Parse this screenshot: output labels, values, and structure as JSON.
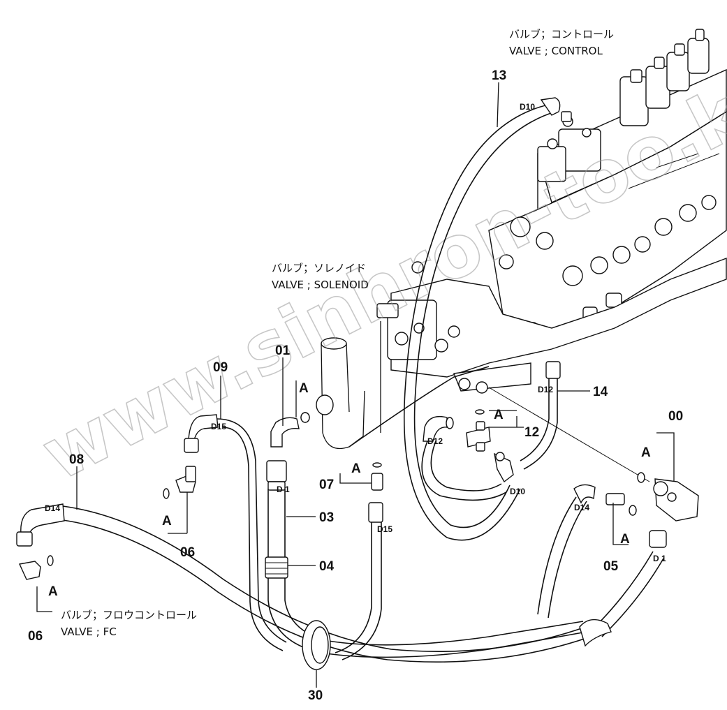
{
  "captions": {
    "control_jp": "バルブ；コントロール",
    "control_en": "VALVE ; CONTROL",
    "solenoid_jp": "バルブ；ソレノイド",
    "solenoid_en": "VALVE ; SOLENOID",
    "fc_jp": "バルブ；フロウコントロール",
    "fc_en": "VALVE ; FC"
  },
  "watermark": "www.sinhron-too.kz",
  "part_numbers": {
    "p00": "00",
    "p01": "01",
    "p03": "03",
    "p04": "04",
    "p05": "05",
    "p06a": "06",
    "p06b": "06",
    "p07": "07",
    "p08": "08",
    "p09": "09",
    "p12": "12",
    "p13": "13",
    "p14": "14",
    "p30": "30"
  },
  "fitting_sizes": {
    "d10_top": "D10",
    "d15_top": "D15",
    "d14_left": "D14",
    "d1_left": "D 1",
    "d15_mid": "D15",
    "d12_a": "D12",
    "d12_b": "D12",
    "d10_b": "D10",
    "d14_right": "D14",
    "d1_right": "D 1"
  },
  "callouts": {
    "a1": "A",
    "a2": "A",
    "a3": "A",
    "a4": "A",
    "a5": "A",
    "a6": "A",
    "a7": "A"
  }
}
